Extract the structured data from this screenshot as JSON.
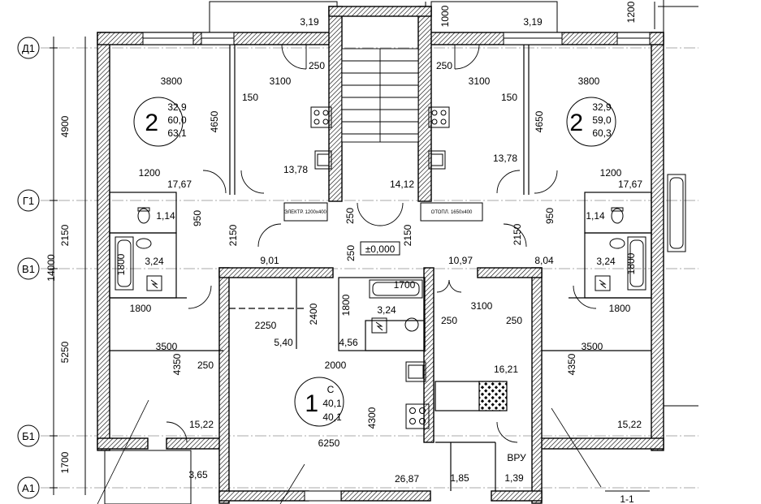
{
  "axes": {
    "rows": [
      "Д1",
      "Г1",
      "В1",
      "Б1",
      "А1"
    ],
    "left_dimensions": [
      "4900",
      "2150",
      "14000",
      "5250",
      "1700"
    ]
  },
  "top": {
    "balcony_width_left": "3,19",
    "balcony_width_right": "3,19",
    "balcony_depth_left": "1000",
    "balcony_depth_right": "1200"
  },
  "apartment_left": {
    "number": "2",
    "areas": [
      "32,9",
      "60,0",
      "63,1"
    ],
    "dims": [
      "3800",
      "3100",
      "4650",
      "150",
      "250",
      "1200",
      "950",
      "2150",
      "1800",
      "1800",
      "3500",
      "4350",
      "250"
    ],
    "rooms": [
      "17,67",
      "13,78",
      "1,14",
      "3,24",
      "9,01",
      "15,22"
    ]
  },
  "apartment_right": {
    "number": "2",
    "areas": [
      "32,9",
      "59,0",
      "60,3"
    ],
    "dims": [
      "3100",
      "3800",
      "150",
      "4650",
      "250",
      "1200",
      "950",
      "2150",
      "1800",
      "1800",
      "3500",
      "4350",
      "250",
      "3100",
      "250"
    ],
    "rooms": [
      "13,78",
      "17,67",
      "1,14",
      "3,24",
      "10,97",
      "8,04",
      "15,22",
      "16,21"
    ]
  },
  "stair": {
    "dims": [
      "2150",
      "250",
      "250"
    ],
    "rooms": [
      "14,12"
    ],
    "level": "±0,000",
    "niche_left": "ЭЛЕКТР. 1200x400",
    "niche_right": "ОТОПЛ. 1650x400"
  },
  "apartment_center": {
    "number": "1",
    "suffix": "С",
    "areas": [
      "40,1",
      "40,1"
    ],
    "dims": [
      "2250",
      "2400",
      "1800",
      "1700",
      "2000",
      "4300",
      "6250"
    ],
    "rooms": [
      "5,40",
      "3,24",
      "4,56",
      "26,87"
    ]
  },
  "entrance": {
    "rooms": [
      "1,85",
      "1,39",
      "3,65"
    ],
    "label": "ВРУ"
  },
  "corner_mark": "1-1"
}
